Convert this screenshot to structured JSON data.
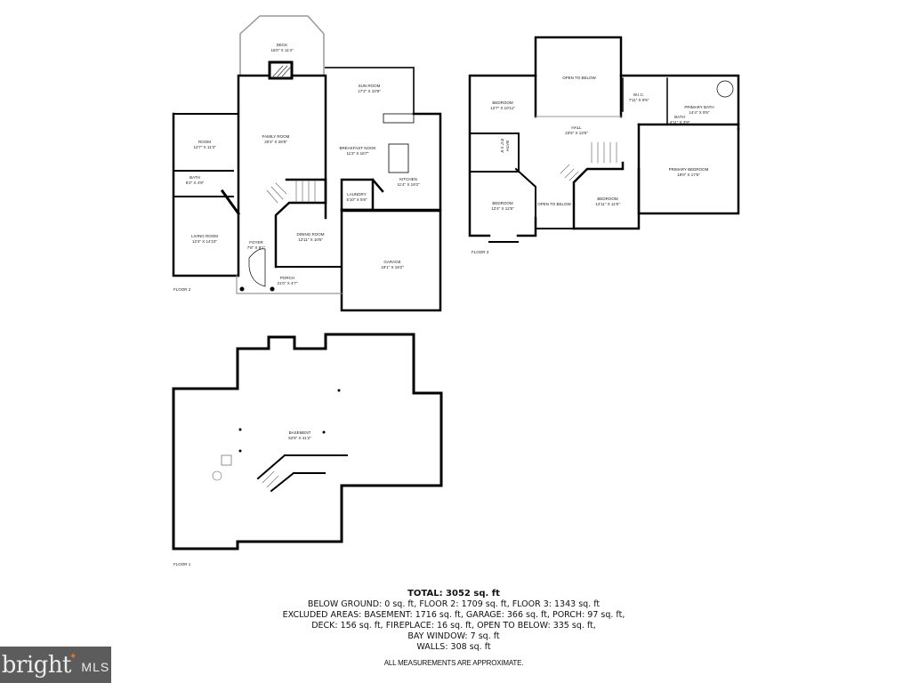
{
  "floor2": {
    "label": "FLOOR 2",
    "rooms": [
      {
        "name": "DECK",
        "dims": "16'0\" X 11'4\""
      },
      {
        "name": "SUN ROOM",
        "dims": "17'2\" X 10'9\""
      },
      {
        "name": "ROOM",
        "dims": "12'7\" X 11'3\""
      },
      {
        "name": "FAMILY ROOM",
        "dims": "20'4\" X 28'8\""
      },
      {
        "name": "BREAKFAST NOOK",
        "dims": "11'2\" X 16'7\""
      },
      {
        "name": "BATH",
        "dims": "9'2\" X 4'9\""
      },
      {
        "name": "KITCHEN",
        "dims": "11'4\" X 19'2\""
      },
      {
        "name": "LAUNDRY",
        "dims": "5'10\" X 5'8\""
      },
      {
        "name": "LIVING ROOM",
        "dims": "12'4\" X 14'10\""
      },
      {
        "name": "DINING ROOM",
        "dims": "12'11\" X 10'6\""
      },
      {
        "name": "FOYER",
        "dims": "7'8\" X 8'1\""
      },
      {
        "name": "GARAGE",
        "dims": "19'1\" X 19'2\""
      },
      {
        "name": "PORCH",
        "dims": "21'0\" X 4'7\""
      }
    ]
  },
  "floor3": {
    "label": "FLOOR 3",
    "rooms": [
      {
        "name": "OPEN TO BELOW",
        "dims": ""
      },
      {
        "name": "BEDROOM",
        "dims": "12'7\" X 10'11\""
      },
      {
        "name": "W.I.C.",
        "dims": "7'11\" X 9'5\""
      },
      {
        "name": "PRIMARY BATH",
        "dims": "14'4\" X 9'5\""
      },
      {
        "name": "BATH",
        "dims": "4'11\" X 3'9\""
      },
      {
        "name": "HALL",
        "dims": "23'5\" X 13'6\""
      },
      {
        "name": "BATH",
        "dims": "8'4\" X 5'"
      },
      {
        "name": "PRIMARY BEDROOM",
        "dims": "19'0\" X 17'5\""
      },
      {
        "name": "BEDROOM",
        "dims": "12'4\" X 12'5\""
      },
      {
        "name": "OPEN TO BELOW",
        "dims": ""
      },
      {
        "name": "BEDROOM",
        "dims": "12'11\" X 11'9\""
      }
    ]
  },
  "floor1": {
    "label": "FLOOR 1",
    "rooms": [
      {
        "name": "BASEMENT",
        "dims": "52'9\" X 41'2\""
      }
    ]
  },
  "summary": {
    "total": "TOTAL: 3052 sq. ft",
    "line1": "BELOW GROUND: 0 sq. ft, FLOOR 2: 1709 sq. ft, FLOOR 3: 1343 sq. ft",
    "line2": "EXCLUDED AREAS: BASEMENT: 1716 sq. ft, GARAGE: 366 sq. ft, PORCH: 97 sq. ft,",
    "line3": "DECK: 156 sq. ft, FIREPLACE: 16 sq. ft, OPEN TO BELOW: 335 sq. ft,",
    "line4": "BAY WINDOW: 7 sq. ft",
    "line5": "WALLS: 308 sq. ft",
    "note": "ALL MEASUREMENTS ARE APPROXIMATE."
  },
  "logo": {
    "word": "bright",
    "suffix": "MLS",
    "accent": "#e87722",
    "background": "#5c5c5c"
  }
}
